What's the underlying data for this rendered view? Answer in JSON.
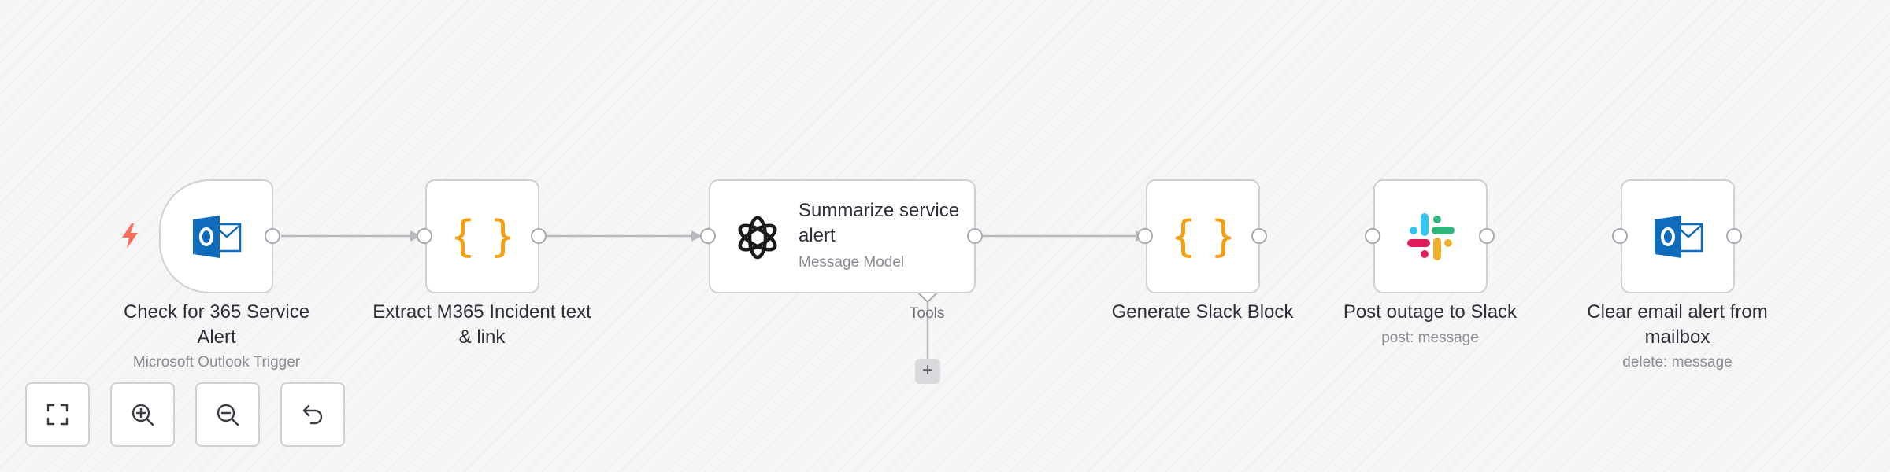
{
  "nodes": [
    {
      "id": "check-365",
      "label": "Check for 365 Service Alert",
      "sublabel": "Microsoft Outlook Trigger",
      "icon": "outlook-icon"
    },
    {
      "id": "extract",
      "label": "Extract M365 Incident text & link",
      "icon": "code-braces-icon"
    },
    {
      "id": "summarize",
      "label": "Summarize service alert",
      "sublabel": "Message Model",
      "icon": "openai-icon",
      "tool_label": "Tools"
    },
    {
      "id": "slack-block",
      "label": "Generate Slack Block",
      "icon": "code-braces-icon"
    },
    {
      "id": "post-slack",
      "label": "Post outage to Slack",
      "sublabel": "post: message",
      "icon": "slack-icon"
    },
    {
      "id": "clear-email",
      "label": "Clear email alert from mailbox",
      "sublabel": "delete: message",
      "icon": "outlook-icon"
    }
  ],
  "controls": [
    {
      "name": "fit-view-button",
      "icon": "expand-icon"
    },
    {
      "name": "zoom-in-button",
      "icon": "zoom-in-icon"
    },
    {
      "name": "zoom-out-button",
      "icon": "zoom-out-icon"
    },
    {
      "name": "reset-view-button",
      "icon": "undo-icon"
    }
  ],
  "colors": {
    "background": "#f6f6f6",
    "node_border": "#cfd0d5",
    "edge": "#b8b9bf",
    "code_braces": "#f59e0b",
    "trigger_bolt": "#ff6d5a",
    "outlook_blue": "#0f6cbd"
  }
}
